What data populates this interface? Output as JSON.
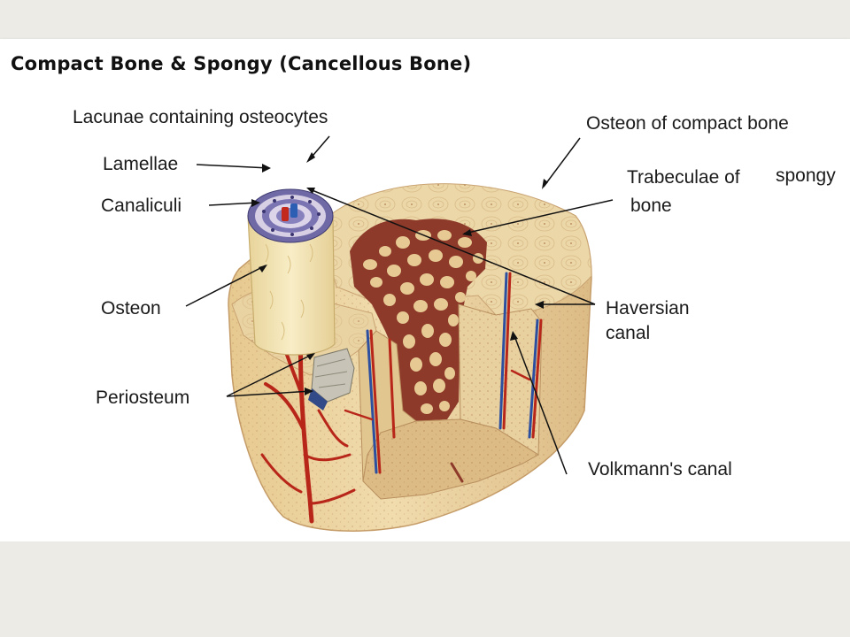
{
  "title": "Compact Bone & Spongy (Cancellous Bone)",
  "labels": {
    "lacunae": "Lacunae containing osteocytes",
    "lamellae": "Lamellae",
    "canaliculi": "Canaliculi",
    "osteon": "Osteon",
    "periosteum": "Periosteum",
    "osteon_compact": "Osteon of compact bone",
    "trabeculae_line1": "Trabeculae of",
    "trabeculae_spongy": "spongy",
    "trabeculae_line2": "bone",
    "haversian_line1": "Haversian",
    "haversian_line2": "canal",
    "volkmann": "Volkmann's canal"
  },
  "colors": {
    "bone_light": "#efdcb0",
    "bone_mid": "#e3c690",
    "bone_dark": "#c89a68",
    "spongy": "#9a3f2c",
    "vessel_red": "#b8261a",
    "vessel_blue": "#2c4fa0",
    "osteon_cylinder": "#f4e6b4"
  }
}
